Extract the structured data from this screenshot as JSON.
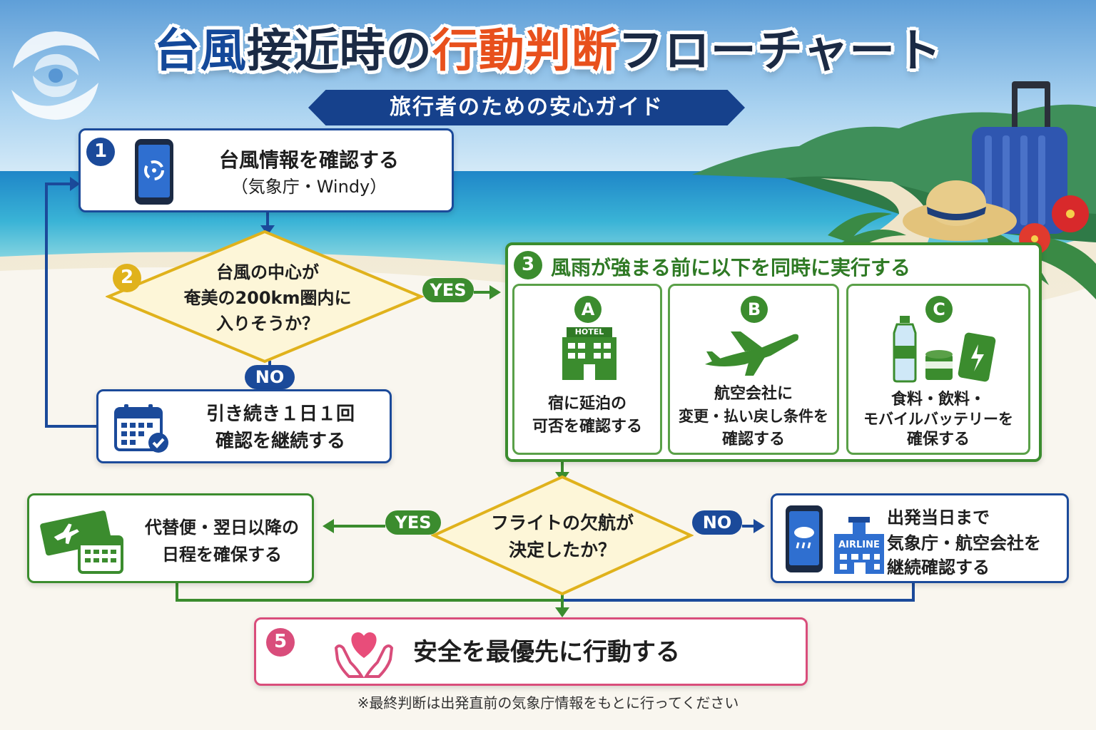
{
  "title": {
    "part1": "台風",
    "part2": "接近時の",
    "part3": "行動判断",
    "part4": "フローチャート"
  },
  "subtitle": "旅行者のための安心ガイド",
  "colors": {
    "blue": "#1b4a9a",
    "green": "#3b8c2e",
    "yellow": "#e0b21c",
    "pink": "#d94d7b"
  },
  "steps": {
    "s1": {
      "num": "1",
      "line1": "台風情報を確認する",
      "line2": "（気象庁・Windy）",
      "icon": "smartphone-typhoon-icon"
    },
    "s2": {
      "num": "2",
      "line1": "台風の中心が",
      "line2": "奄美の200km圏内に",
      "line3": "入りそうか？"
    },
    "s2_no": {
      "label": "NO",
      "line1": "引き続き１日１回",
      "line2": "確認を継続する",
      "icon": "calendar-check-icon"
    },
    "s3": {
      "num": "3",
      "heading": "風雨が強まる前に以下を同時に実行する",
      "cards": [
        {
          "letter": "A",
          "line1": "宿に延泊の",
          "line2": "可否を確認する",
          "icon": "hotel-icon",
          "hotel_sign": "HOTEL"
        },
        {
          "letter": "B",
          "line1": "航空会社に",
          "line2": "変更・払い戻し条件を",
          "line3": "確認する",
          "icon": "airplane-icon"
        },
        {
          "letter": "C",
          "line1": "食料・飲料・",
          "line2": "モバイルバッテリーを",
          "line3": "確保する",
          "icon": "supplies-icon"
        }
      ]
    },
    "s4": {
      "line1": "フライトの欠航が",
      "line2": "決定したか？"
    },
    "s4_yes": {
      "label": "YES",
      "line1": "代替便・翌日以降の",
      "line2": "日程を確保する",
      "icon": "ticket-calendar-icon"
    },
    "s4_no": {
      "label": "NO",
      "line1": "出発当日まで",
      "line2": "気象庁・航空会社を",
      "line3": "継続確認する",
      "icon": "phone-airline-icon",
      "airline_sign": "AIRLINE"
    },
    "s5": {
      "num": "5",
      "text": "安全を最優先に行動する",
      "icon": "heart-hands-icon"
    }
  },
  "yes_label": "YES",
  "footnote": "※最終判断は出発直前の気象庁情報をもとに行ってください"
}
